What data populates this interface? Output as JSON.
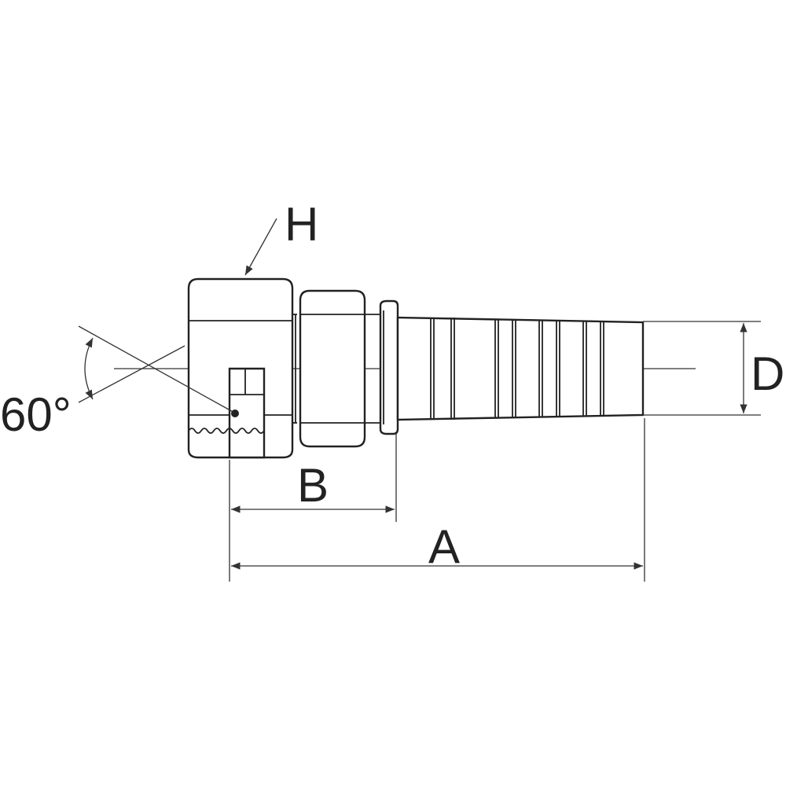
{
  "labels": {
    "hex_size": "H",
    "angle": "60°",
    "dim_b": "B",
    "dim_a": "A",
    "dim_d": "D"
  },
  "colors": {
    "line": "#222222",
    "background": "#ffffff"
  }
}
